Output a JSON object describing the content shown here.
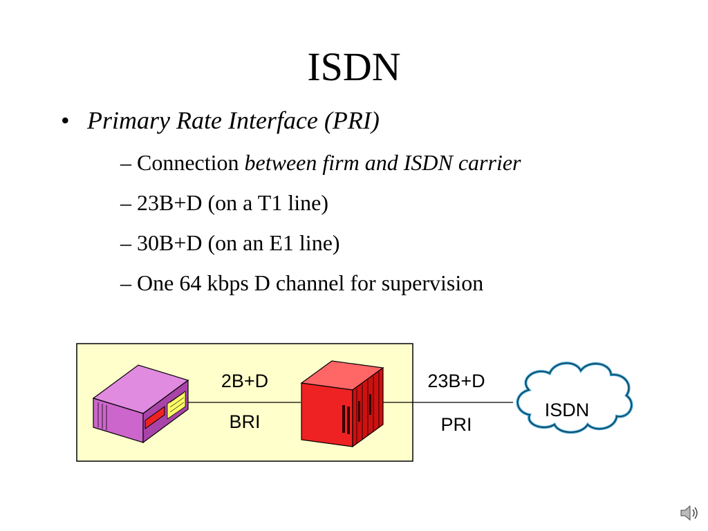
{
  "slide": {
    "title": "ISDN",
    "bullet": "Primary Rate Interface (PRI)",
    "subitems": [
      {
        "prefix": "– Connection ",
        "emph": "between firm and ISDN carrier"
      },
      {
        "text": "– 23B+D (on a T1 line)"
      },
      {
        "text": "– 30B+D (on an E1 line)"
      },
      {
        "text": "– One 64 kbps D channel for supervision"
      }
    ]
  },
  "diagram": {
    "bri_top": "2B+D",
    "bri_bottom": "BRI",
    "pri_top": "23B+D",
    "pri_bottom": "PRI",
    "cloud_label": "ISDN",
    "colors": {
      "panel_fill": "#ffffcc",
      "terminal": "#cc66cc",
      "switch": "#ee2222",
      "cloud_stroke": "#3399cc"
    },
    "icons": [
      "terminal-adapter-icon",
      "pbx-switch-icon",
      "isdn-cloud-icon",
      "speaker-icon"
    ]
  }
}
